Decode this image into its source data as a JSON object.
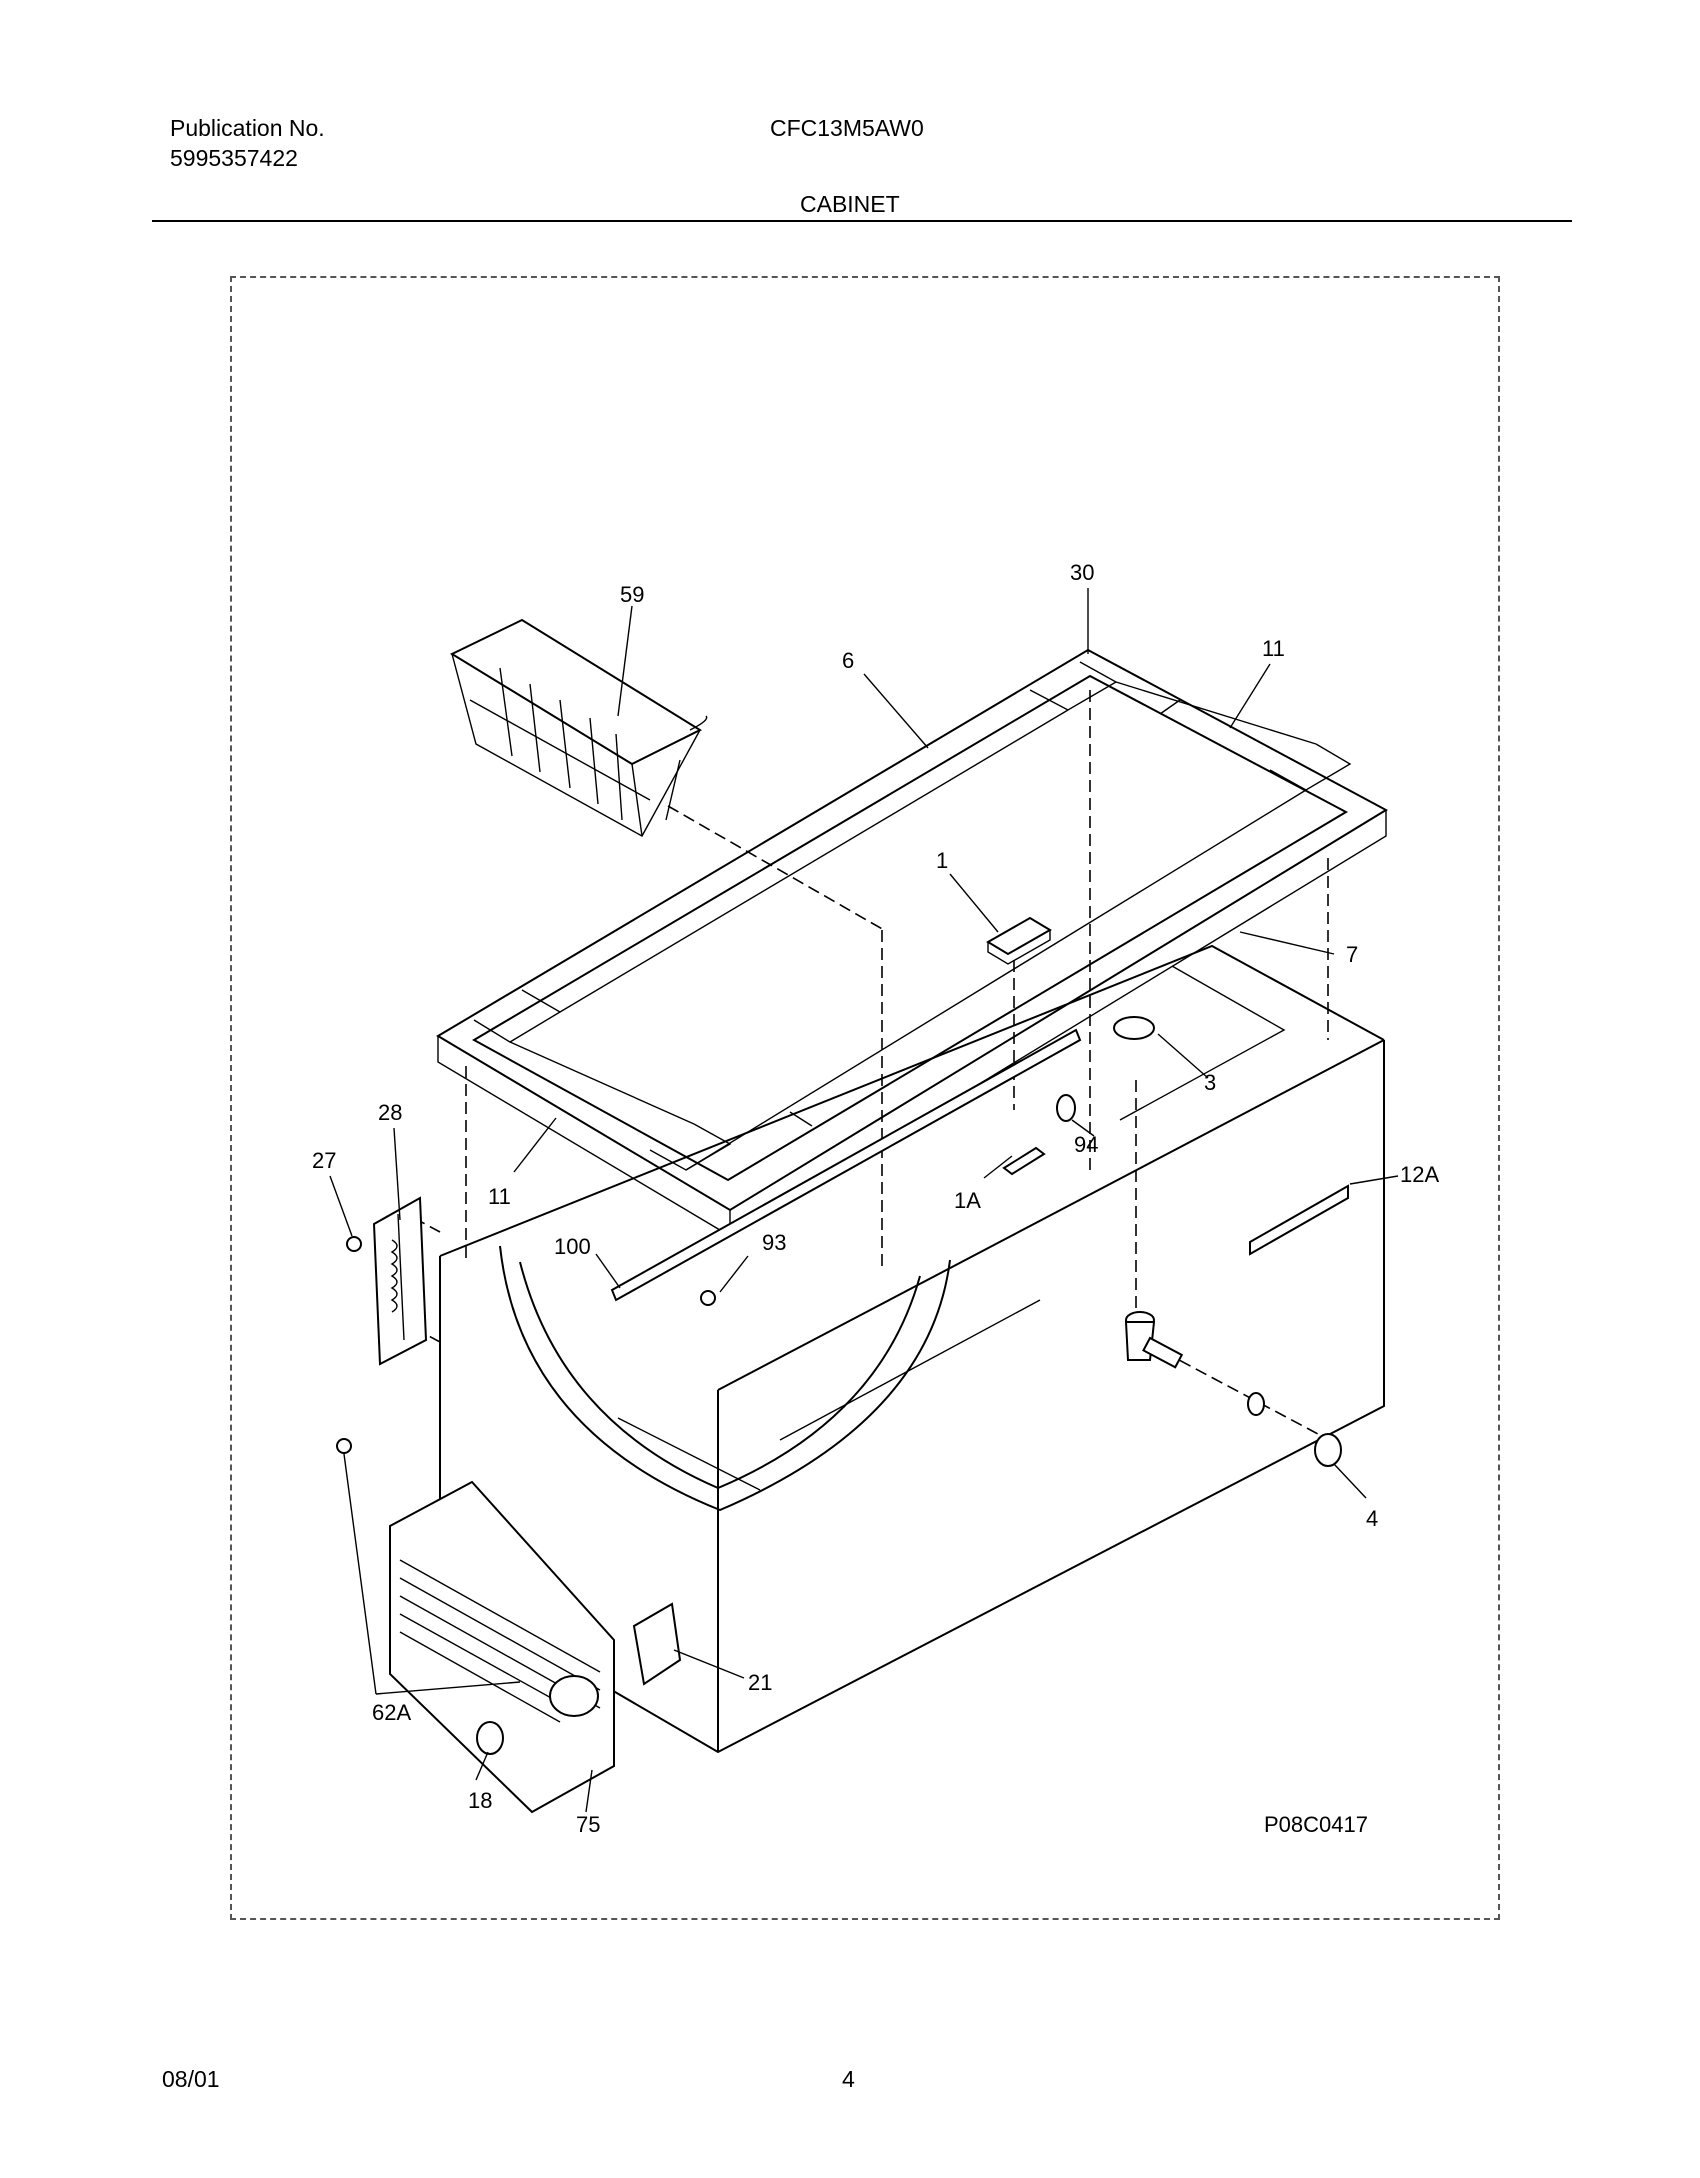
{
  "header": {
    "publication_label": "Publication No.",
    "publication_number": "5995357422",
    "model": "CFC13M5AW0",
    "section_title": "CABINET"
  },
  "diagram": {
    "figure_code": "P08C0417",
    "callouts": [
      "59",
      "30",
      "6",
      "11",
      "1",
      "7",
      "3",
      "28",
      "27",
      "94",
      "12A",
      "11",
      "1A",
      "100",
      "93",
      "4",
      "21",
      "62A",
      "18",
      "75"
    ]
  },
  "footer": {
    "date": "08/01",
    "page": "4"
  }
}
